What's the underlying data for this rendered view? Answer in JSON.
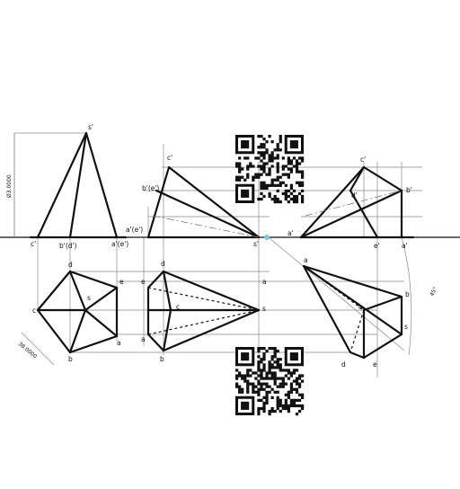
{
  "labels": {
    "front1": {
      "apex": "s'",
      "base_left": "c'",
      "base_mid": "b'(d')",
      "base_right": "a'(e')",
      "height_dim": "Ø3.0000"
    },
    "top1": {
      "d": "d",
      "e": "e",
      "c": "c",
      "s": "s",
      "a": "a",
      "b": "b",
      "side_dim": "38.0000"
    },
    "front2": {
      "apex": "c'",
      "upper": "b'(e')",
      "lower_left": "a'(e')",
      "right_end": "s'"
    },
    "top2": {
      "d": "d",
      "e": "e",
      "c": "c",
      "a": "a",
      "s": "s",
      "b": "b",
      "a2": "a"
    },
    "front3": {
      "apex": "c'",
      "mid": "d'",
      "right": "b'",
      "left": "a'",
      "base_e": "e'",
      "base_a": "a'"
    },
    "top3": {
      "a": "a",
      "b": "b",
      "c": "c",
      "d": "d",
      "e": "e",
      "s": "s",
      "angle": "45°"
    }
  },
  "colors": {
    "line": "#111111",
    "construction": "#888888",
    "marker": "#7ec8e3"
  },
  "icons": {
    "qr_top": "qr-code-icon",
    "qr_bottom": "qr-code-icon"
  }
}
